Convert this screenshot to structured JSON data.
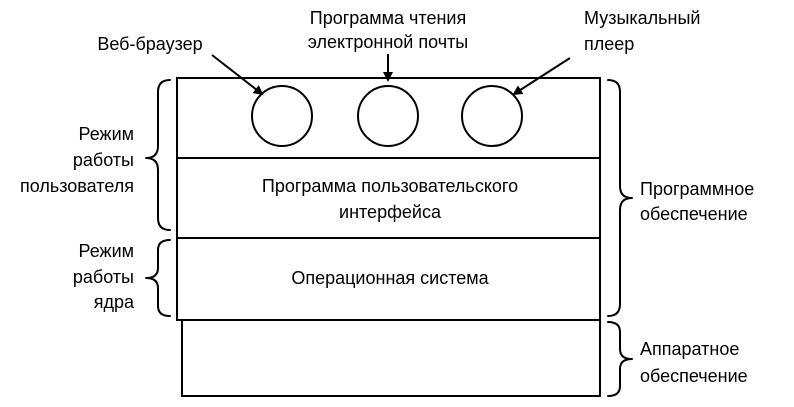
{
  "apps": {
    "browser": "Веб-браузер",
    "email_line1": "Программа чтения",
    "email_line2": "электронной почты",
    "music_line1": "Музыкальный",
    "music_line2": "плеер"
  },
  "layers": {
    "ui_line1": "Программа пользовательского",
    "ui_line2": "интерфейса",
    "os": "Операционная система"
  },
  "left_labels": {
    "user_mode_line1": "Режим",
    "user_mode_line2": "работы",
    "user_mode_line3": "пользователя",
    "kernel_mode_line1": "Режим",
    "kernel_mode_line2": "работы",
    "kernel_mode_line3": "ядра"
  },
  "right_labels": {
    "software_line1": "Программное",
    "software_line2": "обеспечение",
    "hardware_line1": "Аппаратное",
    "hardware_line2": "обеспечение"
  }
}
